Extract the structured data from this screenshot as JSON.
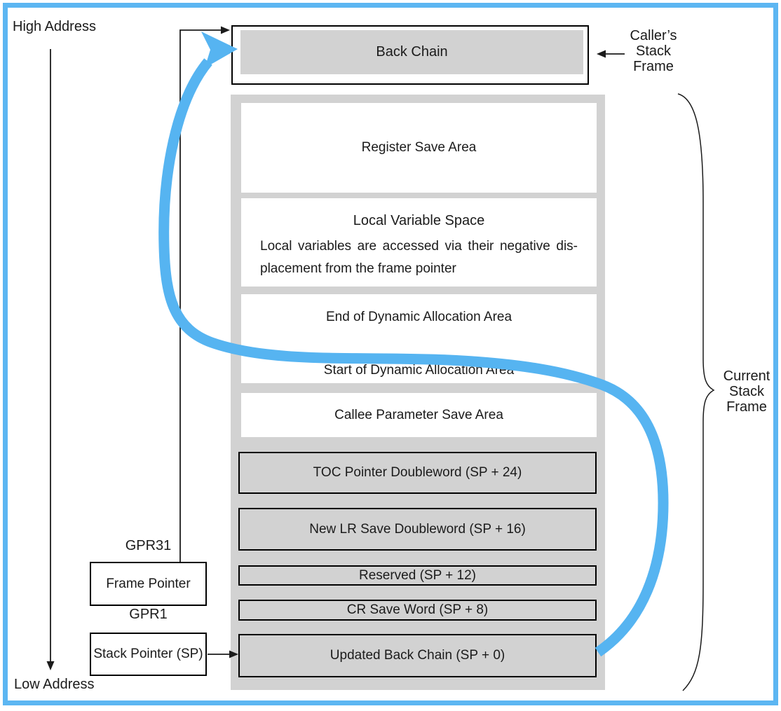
{
  "labels": {
    "high_address": "High Address",
    "low_address": "Low Address",
    "callers_stack_frame": "Caller’s\nStack\nFrame",
    "current_stack_frame": "Current\nStack\nFrame",
    "gpr31": "GPR31",
    "gpr1": "GPR1"
  },
  "registers": {
    "frame_pointer": "Frame Pointer",
    "stack_pointer": "Stack Pointer (SP)"
  },
  "caller_frame": {
    "back_chain": "Back Chain"
  },
  "rows": {
    "register_save": "Register Save Area",
    "local_variable": {
      "title": "Local Variable Space",
      "line1": "Local variables are accessed via their negative dis-",
      "line2": "placement from the frame pointer"
    },
    "dynamic": {
      "end": "End of Dynamic Allocation Area",
      "start": "Start of Dynamic Allocation Area"
    },
    "callee": "Callee Parameter Save Area",
    "toc": "TOC Pointer Doubleword (SP + 24)",
    "new_lr": "New LR Save Doubleword (SP + 16)",
    "reserved": "Reserved (SP + 12)",
    "cr_save": "CR Save Word (SP + 8)",
    "updated_back_chain": "Updated Back Chain (SP + 0)"
  },
  "colors": {
    "accent_blue": "#56b4f1",
    "border_blue": "#5cb6f2",
    "box_gray": "#d2d2d2",
    "line_black": "#1b1b1b"
  }
}
